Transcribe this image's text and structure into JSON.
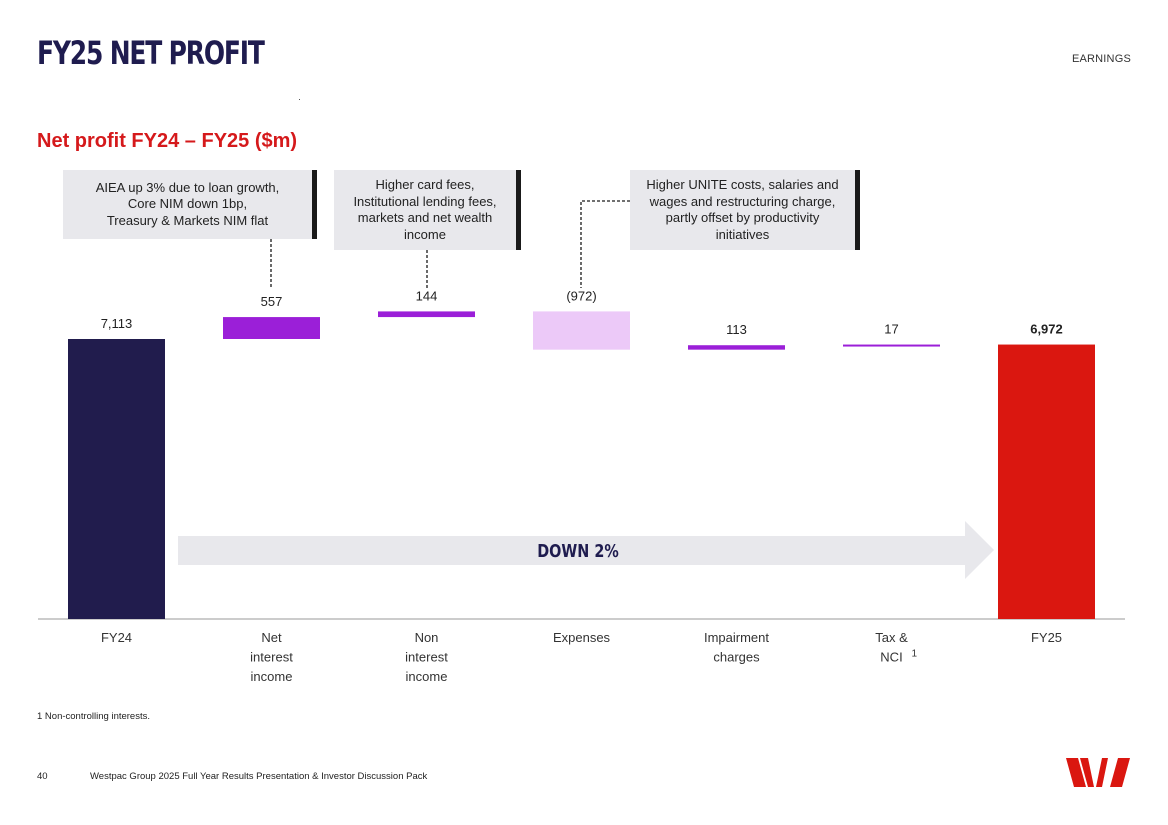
{
  "header": {
    "title": "FY25 NET PROFIT",
    "section": "EARNINGS"
  },
  "callouts": {
    "nii": "AIEA up 3% due to loan growth,\nCore NIM down 1bp,\nTreasury & Markets NIM flat",
    "non_interest": "Higher card fees,\nInstitutional lending fees,\nmarkets and net wealth\nincome",
    "expenses": "Higher UNITE costs, salaries and\nwages and restructuring charge,\npartly offset by productivity\ninitiatives"
  },
  "chart_data": {
    "type": "bar",
    "subtype": "waterfall",
    "title": "Net profit FY24 – FY25 ($m)",
    "categories": [
      [
        "FY24"
      ],
      [
        "Net",
        "interest",
        "income"
      ],
      [
        "Non",
        "interest",
        "income"
      ],
      [
        "Expenses"
      ],
      [
        "Impairment",
        "charges"
      ],
      [
        "Tax &",
        "NCI"
      ],
      [
        "FY25"
      ]
    ],
    "category_superscripts": [
      "",
      "",
      "",
      "",
      "",
      "1",
      ""
    ],
    "values": [
      7113,
      557,
      144,
      -972,
      113,
      17,
      6972
    ],
    "data_labels": [
      "7,113",
      "557",
      "144",
      "(972)",
      "113",
      "17",
      "6,972"
    ],
    "kinds": [
      "total",
      "delta",
      "delta",
      "delta",
      "delta",
      "delta",
      "total"
    ],
    "colors": {
      "fy24": "#211c4d",
      "increase": "#9b1fd8",
      "decrease": "#ecc9f8",
      "fy25": "#da1710",
      "arrow": "#e8e8ec",
      "axis": "#9a9a9a"
    },
    "arrow_label": "DOWN 2%",
    "ylim": [
      0,
      7300
    ]
  },
  "footer": {
    "footnote": "1 Non-controlling interests.",
    "page_number": "40",
    "document": "Westpac Group 2025 Full Year Results Presentation & Investor Discussion Pack"
  }
}
